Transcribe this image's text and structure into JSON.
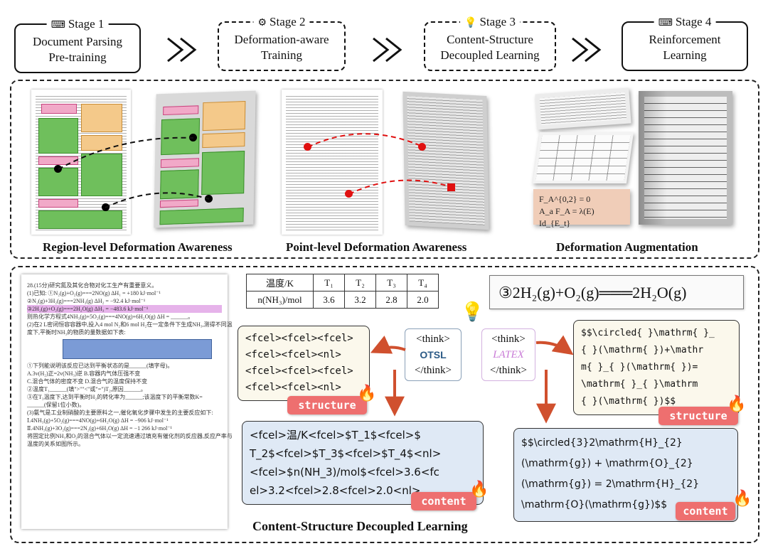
{
  "stages": [
    {
      "title": "Stage 1",
      "icon": "keyboard-icon",
      "body": [
        "Document Parsing",
        "Pre-training"
      ]
    },
    {
      "title": "Stage 2",
      "icon": "brain-gear-icon",
      "body": [
        "Deformation-aware",
        "Training"
      ]
    },
    {
      "title": "Stage 3",
      "icon": "lightbulb-icon",
      "body": [
        "Content-Structure",
        "Decoupled Learning"
      ]
    },
    {
      "title": "Stage 4",
      "icon": "keyboard-icon",
      "body": [
        "Reinforcement",
        "Learning"
      ]
    }
  ],
  "deformation": {
    "region_caption": "Region-level Deformation Awareness",
    "point_caption": "Point-level Deformation Awareness",
    "augment_caption": "Deformation Augmentation",
    "augment_formula": [
      "F_A^{0,2} = 0",
      "A_a F_A = λ(E) Id_{E_t}"
    ]
  },
  "bottom": {
    "caption": "Content-Structure Decoupled Learning",
    "exam_lines": [
      "28.(15分)研究氮及其化合物对化工生产有重要意义。",
      "(1)已知: ①N₂(g)+O₂(g)===2NO(g)   ΔH₁ = +180 kJ·mol⁻¹",
      "②N₂(g)+3H₂(g)===2NH₃(g)   ΔH₂ = −92.4 kJ·mol⁻¹",
      "③2H₂(g)+O₂(g)===2H₂O(g)   ΔH₃ = −483.6 kJ·mol⁻¹",
      "则热化学方程式4NH₃(g)+5O₂(g)===4NO(g)+6H₂O(g)  ΔH = ______。",
      "(2)在2 L密闭恒容容器中,投入4 mol N₂和6 mol H₂在一定条件下生成NH₃,测得不同温",
      "度下,平衡时NH₃的物质的量数据如下表:",
      "①下列能说明该反应已达到平衡状态的是______(填字母)。",
      "A.3v(H₂)正=2v(NH₃)逆        B.容器内气体压强不变",
      "C.混合气体的密度不变          D.混合气的温度保持不变",
      "②温度T₁______(填\">\"\"<\"或\"=\")T₂,原因______。",
      "③在T₃温度下,达到平衡时H₂的转化率为______;该温度下的平衡常数K=",
      "______(保留1位小数)。",
      "(3)氨气是工业制硝酸的主要原料之一,催化氧化步骤中发生的主要反应如下:",
      "Ⅰ.4NH₃(g)+5O₂(g)===4NO(g)+6H₂O(g)   ΔH = −906 kJ·mol⁻¹",
      "Ⅱ.4NH₃(g)+3O₂(g)===2N₂(g)+6H₂O(g)   ΔH = −1 266 kJ·mol⁻¹",
      "将固定比例NH₃和O₂的混合气体以一定流速通过填充有催化剂的反应器,反应产率与",
      "温度的关系如图所示。"
    ],
    "table": {
      "header": [
        "温度/K",
        "T₁",
        "T₂",
        "T₃",
        "T₄"
      ],
      "row": [
        "n(NH₃)/mol",
        "3.6",
        "3.2",
        "2.8",
        "2.0"
      ]
    },
    "equation": "③2H₂(g)+O₂(g)═══2H₂O(g)",
    "otsl_think": {
      "open": "<think>",
      "keyword": "OTSL",
      "close": "</think>"
    },
    "latex_think": {
      "open": "<think>",
      "keyword": "LATEX",
      "close": "</think>"
    },
    "otsl_structure": [
      "<fcel><fcel><fcel>",
      "<fcel><fcel><nl>",
      "<fcel><fcel><fcel>",
      "<fcel><fcel><nl>"
    ],
    "otsl_content": [
      "<fcel>温/K<fcel>$T_1$<fcel>$",
      "T_2$<fcel>$T_3$<fcel>$T_4$<nl>",
      "<fcel>$n(NH_3)/mol$<fcel>3.6<fc",
      "el>3.2<fcel>2.8<fcel>2.0<nl>"
    ],
    "latex_structure": [
      "$$\\circled{ }\\mathrm{ }_",
      "{ }(\\mathrm{ })+\\mathr",
      "m{ }_{ }(\\mathrm{ })=",
      "\\mathrm{ }_{ }\\mathrm",
      "{ }(\\mathrm{ })$$"
    ],
    "latex_content": [
      "$$\\circled{3}2\\mathrm{H}_{2}",
      "(\\mathrm{g}) + \\mathrm{O}_{2}",
      "(\\mathrm{g}) =  2\\mathrm{H}_{2}",
      "\\mathrm{O}(\\mathrm{g})$$"
    ],
    "tag_structure": "structure",
    "tag_content": "content"
  },
  "colors": {
    "arrow": "#d0502e",
    "tag": "#ee6f6f",
    "red_dot": "#e01010"
  }
}
